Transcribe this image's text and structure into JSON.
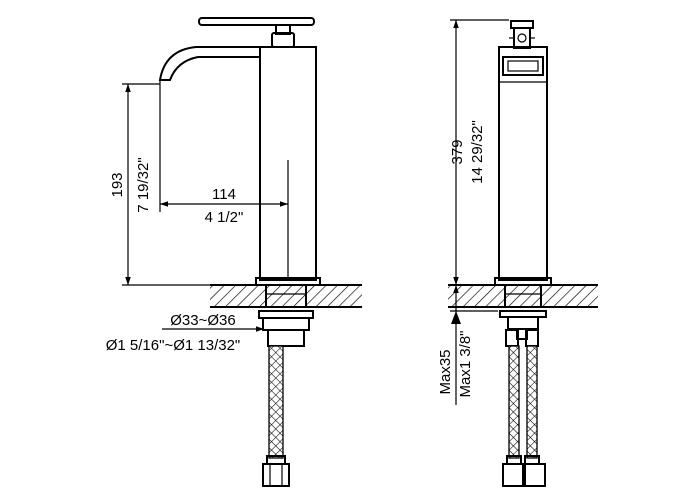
{
  "side_view": {
    "height_mm": "193",
    "height_in": "7 19/32\"",
    "reach_mm": "114",
    "reach_in": "4 1/2\"",
    "hole_mm": "Ø33~Ø36",
    "hole_in": "Ø1 5/16\"~Ø1 13/32\""
  },
  "front_view": {
    "height_mm": "379",
    "height_in": "14 29/32\"",
    "deck_mm": "Max35",
    "deck_in": "Max1 3/8\""
  }
}
